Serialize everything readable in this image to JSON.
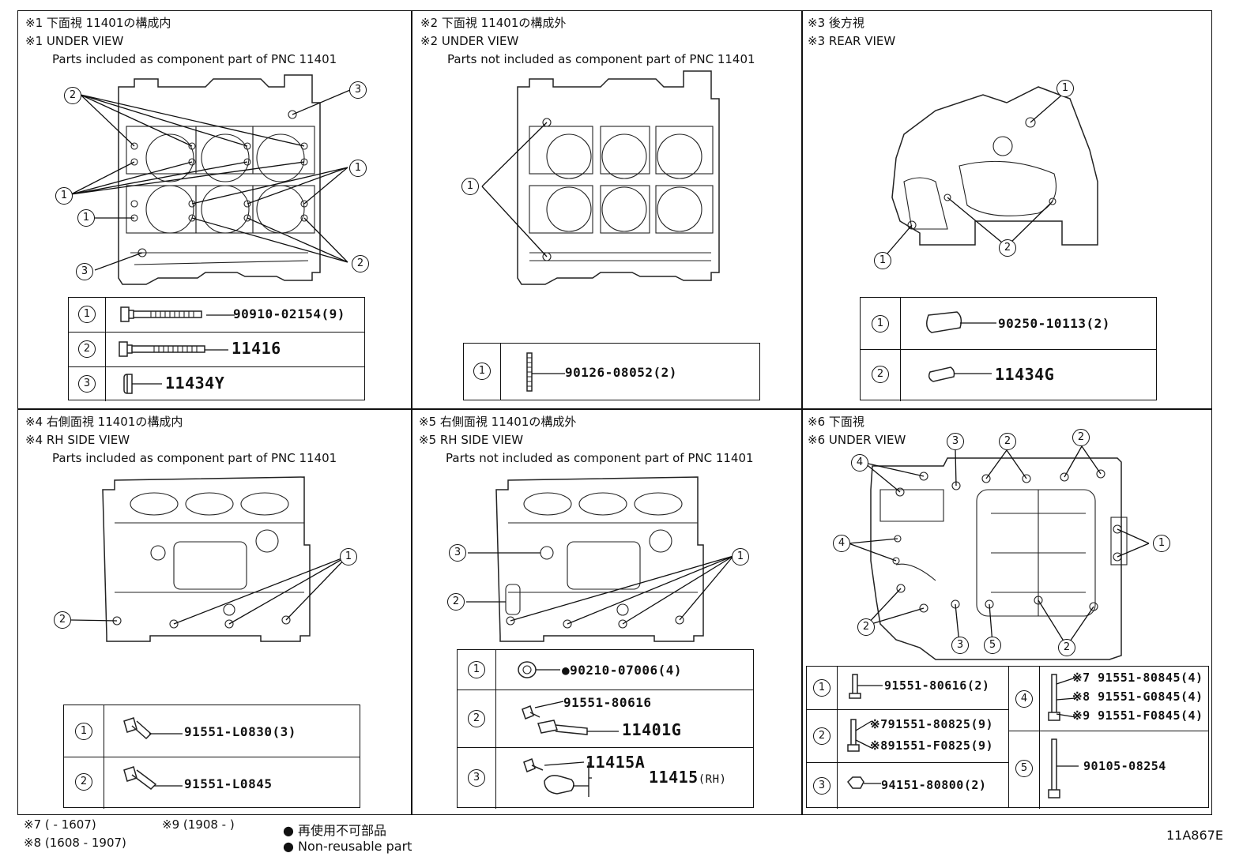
{
  "panels": {
    "p1": {
      "title_jp": "※1 下面視 11401の構成内",
      "title_en": "※1 UNDER VIEW",
      "subtitle": "Parts included as component part of PNC 11401",
      "rows": [
        {
          "idx": "1",
          "part": "90910-02154(9)"
        },
        {
          "idx": "2",
          "part": "11416"
        },
        {
          "idx": "3",
          "part": "11434Y"
        }
      ]
    },
    "p2": {
      "title_jp": "※2 下面視 11401の構成外",
      "title_en": "※2 UNDER VIEW",
      "subtitle": "Parts not included as component part of PNC 11401",
      "rows": [
        {
          "idx": "1",
          "part": "90126-08052(2)"
        }
      ]
    },
    "p3": {
      "title_jp": "※3 後方視",
      "title_en": "※3 REAR VIEW",
      "rows": [
        {
          "idx": "1",
          "part": "90250-10113(2)"
        },
        {
          "idx": "2",
          "part": "11434G"
        }
      ]
    },
    "p4": {
      "title_jp": "※4 右側面視 11401の構成内",
      "title_en": "※4 RH SIDE VIEW",
      "subtitle": "Parts included as component part of PNC 11401",
      "rows": [
        {
          "idx": "1",
          "part": "91551-L0830(3)"
        },
        {
          "idx": "2",
          "part": "91551-L0845"
        }
      ]
    },
    "p5": {
      "title_jp": "※5 右側面視 11401の構成外",
      "title_en": "※5 RH SIDE VIEW",
      "subtitle": "Parts not included as component part of PNC 11401",
      "rows": [
        {
          "idx": "1",
          "part": "●90210-07006(4)"
        },
        {
          "idx": "2",
          "part": "91551-80616",
          "part2": "11401G"
        },
        {
          "idx": "3",
          "part": "11415A",
          "part2": "11415",
          "part2_suffix": "(RH)"
        }
      ]
    },
    "p6": {
      "title_jp": "※6 下面視",
      "title_en": "※6 UNDER VIEW",
      "rows": [
        {
          "idx": "1",
          "part": "91551-80616(2)"
        },
        {
          "idx": "2",
          "part": "※791551-80825(9)",
          "part2": "※891551-F0825(9)"
        },
        {
          "idx": "3",
          "part": "94151-80800(2)"
        },
        {
          "idx": "4",
          "part": "※7 91551-80845(4)",
          "part2": "※8 91551-G0845(4)",
          "part3": "※9 91551-F0845(4)"
        },
        {
          "idx": "5",
          "part": "90105-08254"
        }
      ]
    }
  },
  "footer": {
    "n7": "※7 (     - 1607)",
    "n9": "※9 (1908 -    )",
    "n8": "※8 (1608 - 1907)",
    "legend_jp": "● 再使用不可部品",
    "legend_en": "● Non-reusable part",
    "code": "11A867E"
  }
}
